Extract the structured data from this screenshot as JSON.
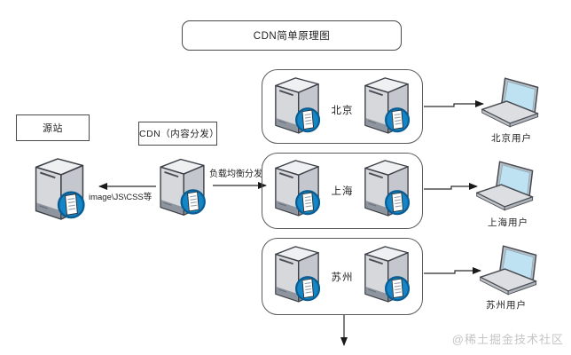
{
  "diagram": {
    "title": "CDN简单原理图",
    "origin": {
      "label": "源站",
      "icon": "server-icon"
    },
    "cdn": {
      "label": "CDN（内容分发）",
      "icon": "server-icon"
    },
    "labels": {
      "assets": "image\\JS\\CSS等",
      "balance": "负载均衡分发"
    },
    "clusters": [
      {
        "name": "北京",
        "server_count": 2,
        "icon": "server-icon"
      },
      {
        "name": "上海",
        "server_count": 2,
        "icon": "server-icon"
      },
      {
        "name": "苏州",
        "server_count": 2,
        "icon": "server-icon"
      }
    ],
    "users": [
      {
        "label": "北京用户",
        "icon": "laptop-icon"
      },
      {
        "label": "上海用户",
        "icon": "laptop-icon"
      },
      {
        "label": "苏州用户",
        "icon": "laptop-icon"
      }
    ],
    "watermark": "@稀土掘金技术社区",
    "colors": {
      "badge_blue": "#1486c8",
      "badge_ring": "#0a5d93",
      "screen_blue": "#bfe2f2",
      "server_gray": "#d6d8dc",
      "line": "#2a2a2a",
      "watermark_gray": "#c5c5c5"
    }
  }
}
